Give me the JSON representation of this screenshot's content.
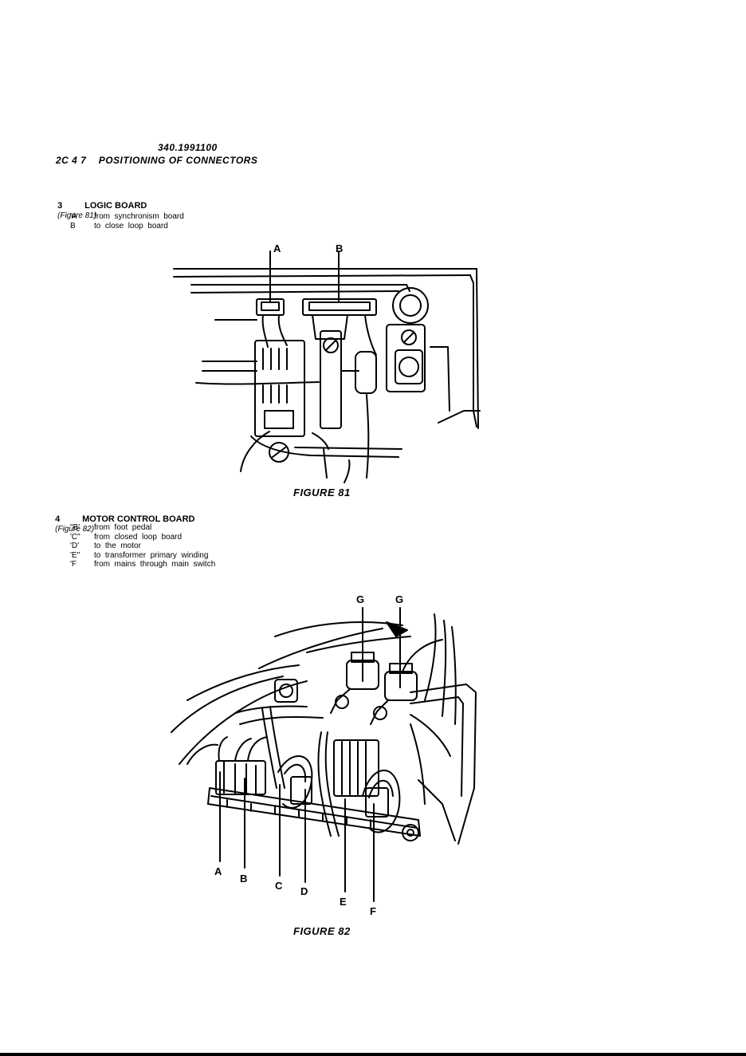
{
  "header": {
    "doc_code": "340.1991100",
    "section_title": "2C 4 7    POSITIONING OF CONNECTORS"
  },
  "section3": {
    "number": "3",
    "title": "LOGIC BOARD",
    "figure_ref": "(Figure 81)",
    "legend": [
      {
        "key": "'A",
        "text": "from  synchronism  board"
      },
      {
        "key": "B",
        "text": "to  close  loop  board"
      }
    ],
    "callouts": [
      "A",
      "B"
    ],
    "caption": "FIGURE 81"
  },
  "section4": {
    "number": "4",
    "title": "MOTOR CONTROL BOARD",
    "figure_ref": "(Figure 82)",
    "legend": [
      {
        "key": "\"B'",
        "text": "from  foot  pedal"
      },
      {
        "key": "'C\"",
        "text": "from  closed  loop  board"
      },
      {
        "key": "'D'",
        "text": "to  the  motor"
      },
      {
        "key": "'E\"",
        "text": "to  transformer  primary  winding"
      },
      {
        "key": "'F",
        "text": "from  mains  through  main  switch"
      }
    ],
    "callouts": {
      "g1": "G",
      "g2": "G",
      "a": "A",
      "b": "B",
      "c": "C",
      "d": "D",
      "e": "E",
      "f": "F"
    },
    "caption": "FIGURE 82"
  }
}
